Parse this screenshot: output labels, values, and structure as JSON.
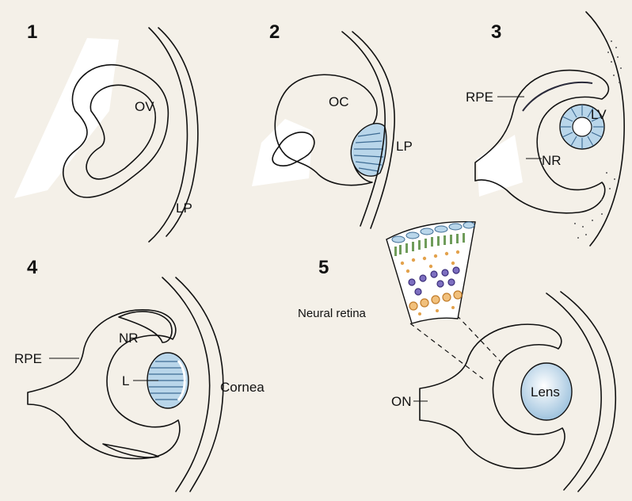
{
  "colors": {
    "background": "#f4f0e8",
    "tissue": "#ece3cd",
    "tissue_edge": "#111111",
    "vesicle_pink": "#e9d8e8",
    "lens_blue": "#b9d6ea",
    "lens_stripe": "#4f7fa6",
    "cell_green": "#6f9c5a",
    "cell_purple": "#4b3a8c",
    "cell_orange": "#e3a24c"
  },
  "panels": [
    {
      "number": "1",
      "labels": [
        "OV",
        "LP"
      ]
    },
    {
      "number": "2",
      "labels": [
        "OC",
        "LP"
      ]
    },
    {
      "number": "3",
      "labels": [
        "RPE",
        "LV",
        "NR"
      ]
    },
    {
      "number": "4",
      "labels": [
        "RPE",
        "NR",
        "L",
        "Cornea"
      ]
    },
    {
      "number": "5",
      "labels": [
        "Neural retina",
        "ON",
        "Lens"
      ]
    }
  ]
}
